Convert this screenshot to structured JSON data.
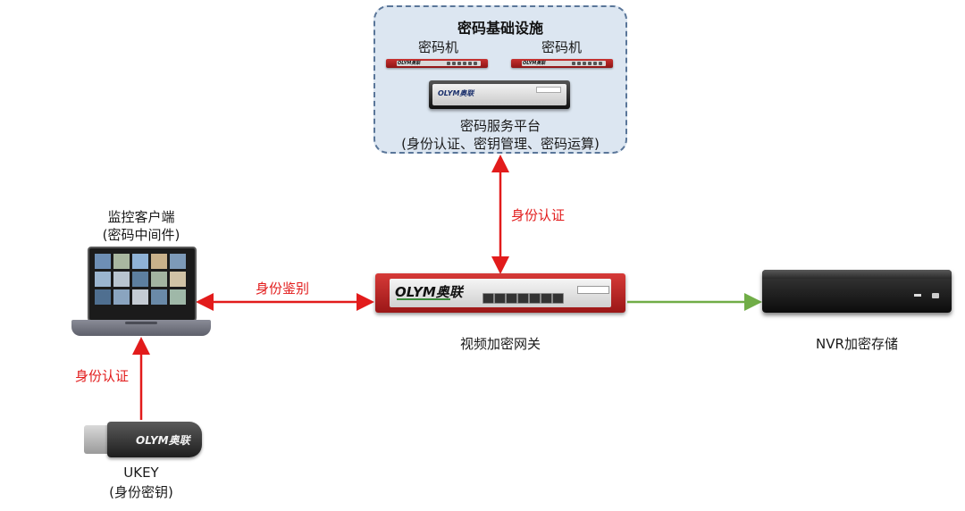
{
  "infrastructure": {
    "title": "密码基础设施",
    "machine_a_label": "密码机",
    "machine_b_label": "密码机",
    "platform_label_line1": "密码服务平台",
    "platform_label_line2": "(身份认证、密钥管理、密码运算)"
  },
  "devices": {
    "client_line1": "监控客户端",
    "client_line2": "(密码中间件)",
    "gateway": "视频加密网关",
    "nvr": "NVR加密存储",
    "ukey_line1": "UKEY",
    "ukey_line2": "(身份密钥)",
    "brand_logo": "OLYM奥联"
  },
  "connections": {
    "gateway_to_platform": "身份认证",
    "client_to_gateway": "身份鉴别",
    "ukey_to_client": "身份认证"
  },
  "colors": {
    "auth_arrow": "#e21b1b",
    "data_arrow": "#70ad47",
    "client_arrow": "#e21b1b",
    "infra_bg": "#dce6f1",
    "infra_border": "#5a7699"
  }
}
